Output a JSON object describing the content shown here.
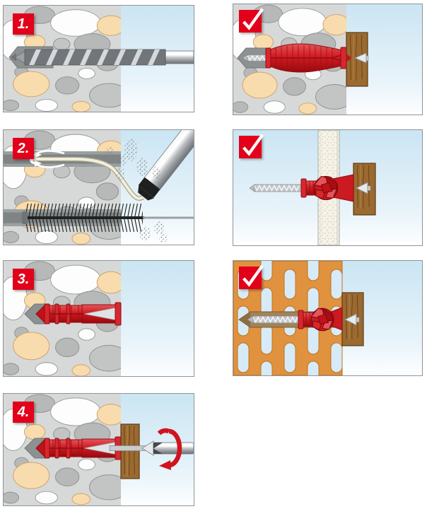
{
  "figure": {
    "type": "installation-instructions"
  },
  "steps": [
    {
      "label": "1.",
      "name": "drill-hole"
    },
    {
      "label": "2.",
      "name": "clean-hole"
    },
    {
      "label": "3.",
      "name": "insert-plug"
    },
    {
      "label": "4.",
      "name": "drive-screw"
    }
  ],
  "results": [
    {
      "name": "solid-wall-installation",
      "icon": "checkmark-icon"
    },
    {
      "name": "hollow-wall-installation",
      "icon": "checkmark-icon"
    },
    {
      "name": "perforated-brick-installation",
      "icon": "checkmark-icon"
    }
  ],
  "colors": {
    "accent_red": "#e2001a",
    "plug_red": "#d21b22",
    "sky_blue_top": "#cbe5f3",
    "sky_blue_bottom": "#fdfeff",
    "wall_grey": "#d7d8d8",
    "stone_grey": "#b6b9b8",
    "stone_beige": "#f8dcae",
    "wood_brown": "#9b6a30",
    "brick_orange": "#e0923f",
    "plasterboard_cream": "#f6f3e7",
    "metal_silver": "#b9bdc0",
    "panel_border": "#8f9596"
  }
}
